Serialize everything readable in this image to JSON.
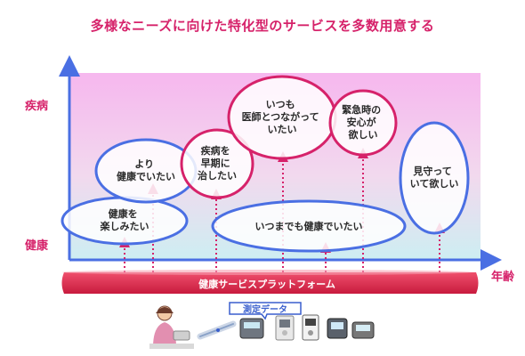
{
  "title": "多様なニーズに向けた特化型のサービスを多数用意する",
  "axes": {
    "y_top": "疾病",
    "y_bottom": "健康",
    "x": "年齢"
  },
  "bubbles": [
    {
      "id": "enjoy-health",
      "lines": [
        "健康を",
        "楽しみたい"
      ],
      "color": "#4a6fe3"
    },
    {
      "id": "healthier",
      "lines": [
        "より",
        "健康でいたい"
      ],
      "color": "#4a6fe3"
    },
    {
      "id": "early-cure",
      "lines": [
        "疾病を",
        "早期に",
        "治したい"
      ],
      "color": "#d6226a"
    },
    {
      "id": "doctor-connect",
      "lines": [
        "いつも",
        "医師とつながって",
        "いたい"
      ],
      "color": "#d6226a"
    },
    {
      "id": "emergency-relief",
      "lines": [
        "緊急時の",
        "安心が",
        "欲しい"
      ],
      "color": "#d6226a"
    },
    {
      "id": "watch-over",
      "lines": [
        "見守って",
        "いて欲しい"
      ],
      "color": "#4a6fe3"
    },
    {
      "id": "always-healthy",
      "lines": [
        "いつまでも健康でいたい"
      ],
      "color": "#4a6fe3"
    }
  ],
  "platform": {
    "label": "健康サービスプラットフォーム",
    "color": "#d6224a"
  },
  "measurement": {
    "label": "測定データ",
    "color": "#3a5fcd"
  }
}
